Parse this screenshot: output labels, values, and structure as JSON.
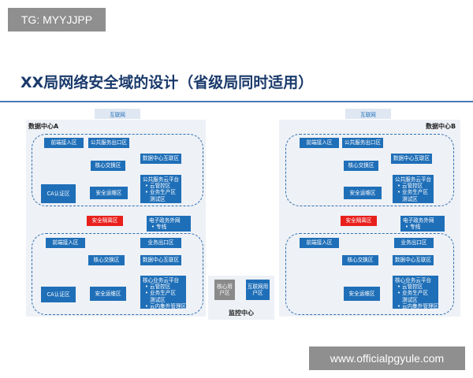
{
  "tag": "TG: MYYJJPP",
  "title": "XX局网络安全域的设计（省级局同时适用）",
  "watermark": "www.officialpgyule.com",
  "internet": "互联网",
  "center_a": {
    "label": "数据中心A",
    "upper": {
      "front_access": "前端接入区",
      "public_exit": "公共服务出口区",
      "dc_interconnect": "数据中心互联区",
      "core_switch": "核心交换区",
      "ca": "CA认证区",
      "security_ops": "安全运维区",
      "cloud_title": "公共服务云平台",
      "cloud_items": [
        "云管控区",
        "业务生产区",
        "测试区"
      ]
    },
    "isolation": "安全隔离区",
    "egov_title": "电子政务外网",
    "egov_item": "专线",
    "lower": {
      "front_access": "前端接入区",
      "business_exit": "业务出口区",
      "core_switch": "核心交换区",
      "dc_interconnect": "数据中心互联区",
      "ca": "CA认证区",
      "security_ops": "安全运维区",
      "cloud_title": "核心业务云平台",
      "cloud_items": [
        "云管控区",
        "业务生产区",
        "测试区",
        "云内集外管理区"
      ]
    }
  },
  "center_b": {
    "label": "数据中心B",
    "upper": {
      "front_access": "前端接入区",
      "public_exit": "公共服务出口区",
      "dc_interconnect": "数据中心互联区",
      "core_switch": "核心交换区",
      "security_ops": "安全运维区",
      "cloud_title": "公共服务云平台",
      "cloud_items": [
        "云管控区",
        "业务生产区",
        "测试区"
      ]
    },
    "isolation": "安全隔离区",
    "egov_title": "电子政务外网",
    "egov_item": "专线",
    "lower": {
      "front_access": "前端接入区",
      "business_exit": "业务出口区",
      "core_switch": "核心交换区",
      "dc_interconnect": "数据中心互联区",
      "security_ops": "安全运维区",
      "cloud_title": "核心业务云平台",
      "cloud_items": [
        "云管控区",
        "业务生产区",
        "测试区",
        "云内集外管理区"
      ]
    }
  },
  "monitor": {
    "label": "监控中心",
    "core_user": "核心用户区",
    "internet_user": "互联网用户区"
  }
}
